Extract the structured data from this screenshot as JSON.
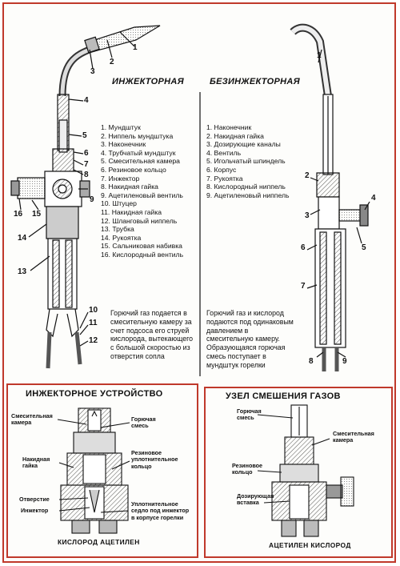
{
  "injector_torch": {
    "title": "ИНЖЕКТОРНАЯ",
    "parts": [
      "1. Мундштук",
      "2. Ниппель мундштука",
      "3. Наконечник",
      "4. Трубчатый мундштук",
      "5. Смесительная камера",
      "6. Резиновое кольцо",
      "7. Инжектор",
      "8. Накидная гайка",
      "9. Ацетиленовый вентиль",
      "10. Штуцер",
      "11. Накидная гайка",
      "12. Шланговый ниппель",
      "13. Трубка",
      "14. Рукоятка",
      "15. Сальниковая набивка",
      "16. Кислородный вентиль"
    ],
    "description": "Горючий газ подается в смесительную камеру за счет подсоса его струей кислорода, вытекающего с большой скоростью из отверстия сопла",
    "callouts": [
      "1",
      "2",
      "3",
      "4",
      "5",
      "6",
      "7",
      "8",
      "9",
      "10",
      "11",
      "12",
      "13",
      "14",
      "15",
      "16"
    ]
  },
  "noninjector_torch": {
    "title": "БЕЗИНЖЕКТОРНАЯ",
    "parts": [
      "1. Наконечник",
      "2. Накидная гайка",
      "3. Дозирующие каналы",
      "4. Вентиль",
      "5. Игольчатый шпиндель",
      "6. Корпус",
      "7. Рукоятка",
      "8. Кислородный ниппель",
      "9. Ацетиленовый ниппель"
    ],
    "description": "Горючий газ и кислород подаются под одинаковым давлением в смесительную камеру. Образующаяся горючая смесь поступает в мундштук горелки",
    "callouts": [
      "1",
      "2",
      "3",
      "4",
      "5",
      "6",
      "7",
      "8",
      "9"
    ]
  },
  "injector_device": {
    "title": "ИНЖЕКТОРНОЕ УСТРОЙСТВО",
    "labels": {
      "mixing_chamber": "Смесительная камера",
      "combustible_mix": "Горючая смесь",
      "union_nut": "Накидная гайка",
      "rubber_ring": "Резиновое уплотнительное кольцо",
      "opening": "Отверстие",
      "injector": "Инжектор",
      "seal_seat": "Уплотнительное седло под инжектор в корпусе горелки"
    },
    "footer": "КИСЛОРОД   АЦЕТИЛЕН"
  },
  "mixing_unit": {
    "title": "УЗЕЛ СМЕШЕНИЯ ГАЗОВ",
    "labels": {
      "combustible_mix": "Горючая смесь",
      "mixing_chamber": "Смесительная камера",
      "rubber_ring": "Резиновое кольцо",
      "dosing_insert": "Дозирующая вставка"
    },
    "footer": "АЦЕТИЛЕН КИСЛОРОД"
  },
  "colors": {
    "frame": "#c0392b",
    "ink": "#111111",
    "hatch": "#555555"
  }
}
